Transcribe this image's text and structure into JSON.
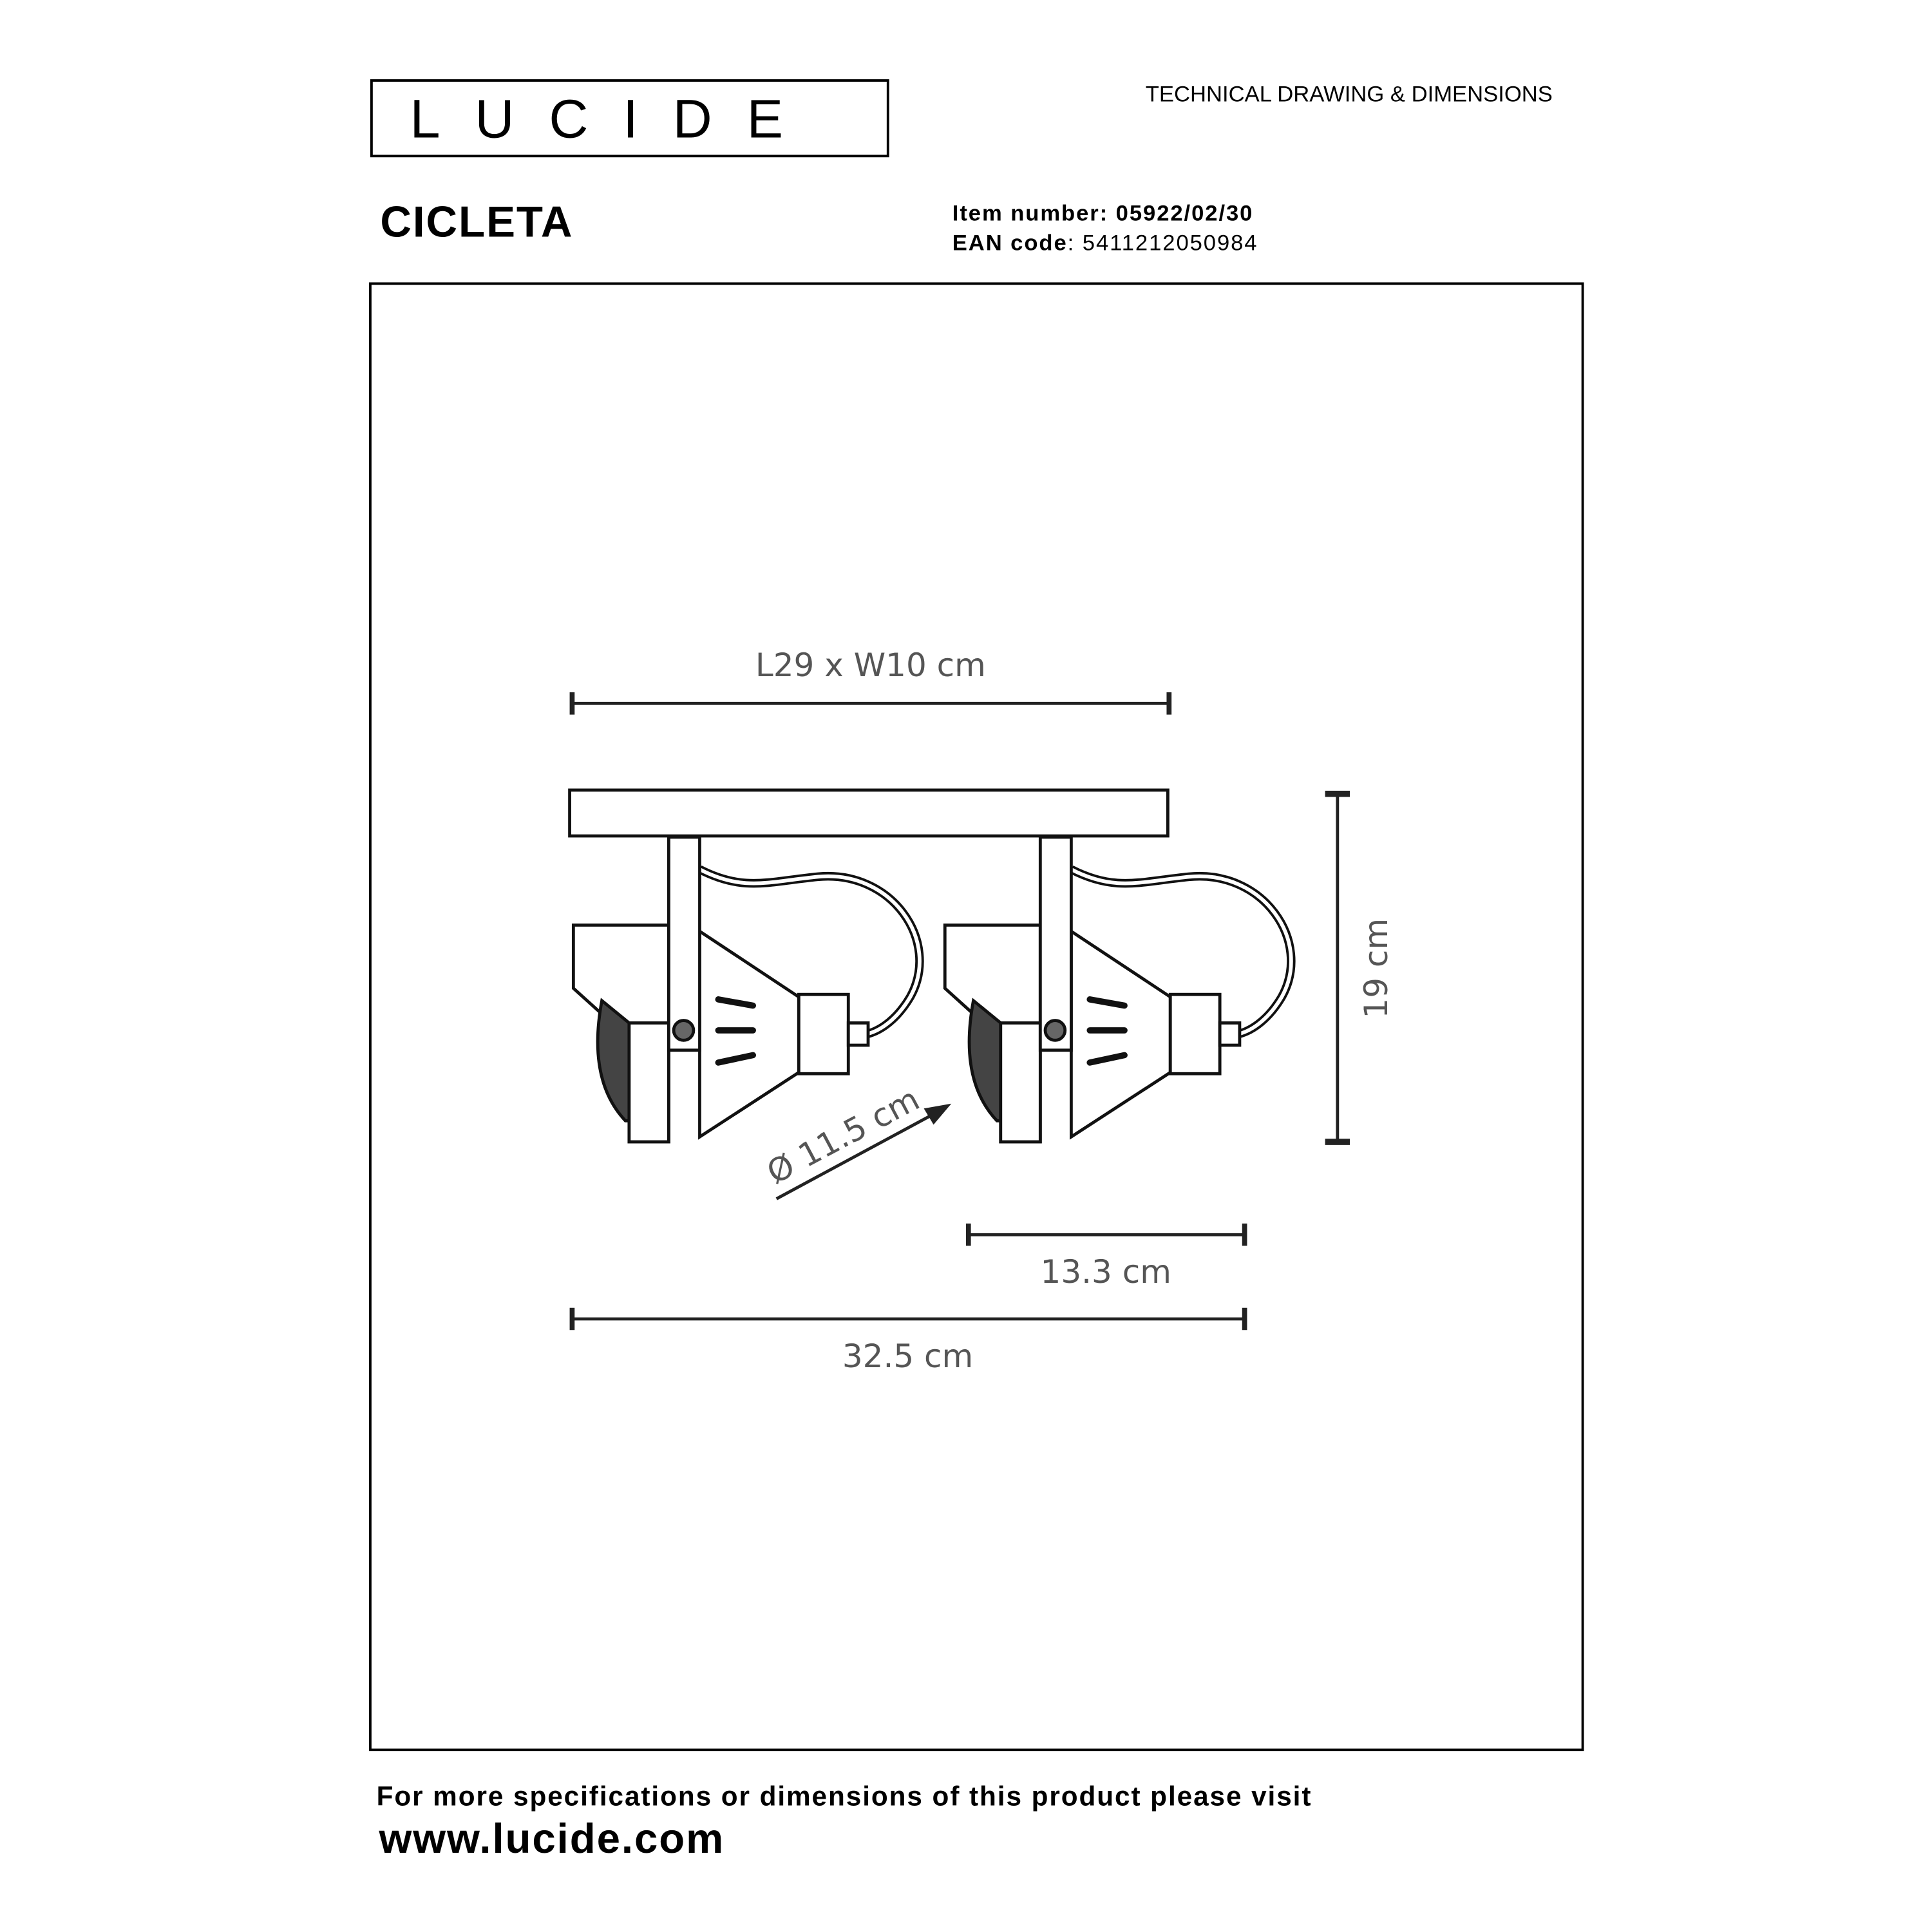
{
  "brand": {
    "logo_text": "LUCIDE"
  },
  "header": {
    "title": "TECHNICAL DRAWING & DIMENSIONS"
  },
  "product": {
    "name": "CICLETA",
    "item_label": "Item number:",
    "item_number": "05922/02/30",
    "ean_label": "EAN code",
    "ean_code": "5411212050984"
  },
  "drawing": {
    "dim_top": "L29 x W10 cm",
    "dim_height": "19 cm",
    "dim_diameter": "Ø 11.5 cm",
    "dim_spacing": "13.3 cm",
    "dim_total": "32.5 cm"
  },
  "footer": {
    "line1": "For more specifications or dimensions of this product please visit",
    "url": "www.lucide.com"
  }
}
